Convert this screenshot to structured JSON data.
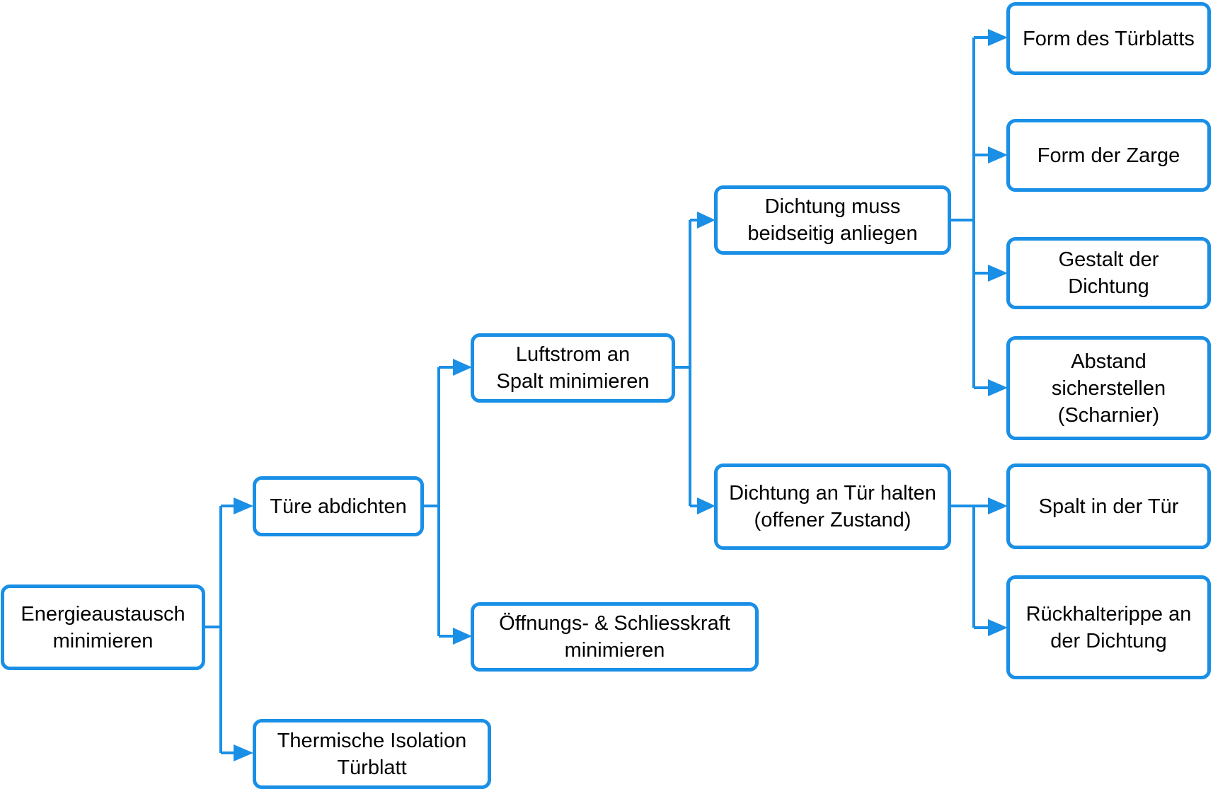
{
  "colors": {
    "accent": "#1a8fe6",
    "text": "#000000",
    "background": "#ffffff"
  },
  "nodes": {
    "energieaustausch": "Energieaustausch\nminimieren",
    "tuere_abdichten": "Türe abdichten",
    "thermische_isolation": "Thermische Isolation\nTürblatt",
    "luftstrom": "Luftstrom an\nSpalt minimieren",
    "oeffnungskraft": "Öffnungs- & Schliesskraft\nminimieren",
    "dichtung_beidseitig": "Dichtung muss\nbeidseitig anliegen",
    "dichtung_halten": "Dichtung an Tür halten\n(offener Zustand)",
    "form_tuerblatt": "Form des Türblatts",
    "form_zarge": "Form der Zarge",
    "gestalt_dichtung": "Gestalt der\nDichtung",
    "abstand": "Abstand\nsicherstellen\n(Scharnier)",
    "spalt_tuer": "Spalt in der Tür",
    "rueckhalterippe": "Rückhalterippe an\nder Dichtung"
  }
}
